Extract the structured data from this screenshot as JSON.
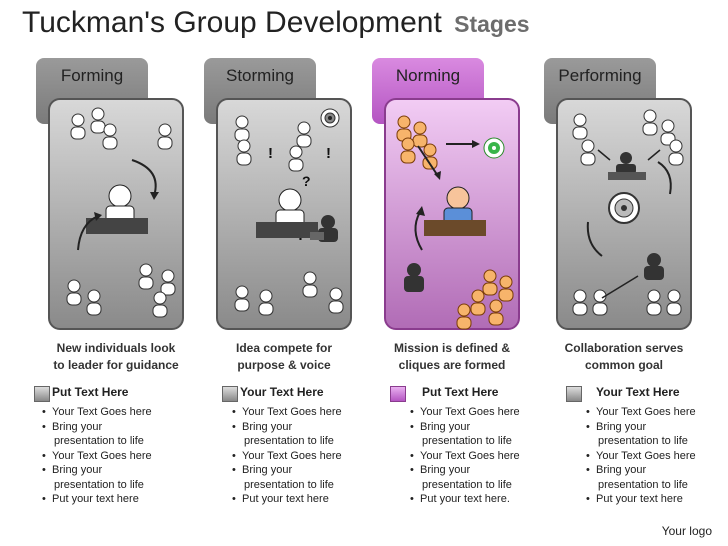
{
  "title": {
    "main": "Tuckman's Group Development",
    "suffix": "Stages"
  },
  "stages": [
    {
      "name": "Forming",
      "caption": [
        "New individuals look",
        "to leader for guidance"
      ],
      "placeholder": "Put Text Here",
      "bullets": [
        "Your Text Goes here",
        "Bring your",
        "presentation to life",
        "Your Text Goes here",
        "Bring your",
        "presentation to life",
        "Put your text here"
      ]
    },
    {
      "name": "Storming",
      "caption": [
        "Idea compete for",
        "purpose & voice"
      ],
      "placeholder": "Your Text Here",
      "bullets": [
        "Your Text Goes here",
        "Bring your",
        "presentation to life",
        "Your Text Goes here",
        "Bring your",
        "presentation to life",
        "Put your text here"
      ]
    },
    {
      "name": "Norming",
      "caption": [
        "Mission is defined &",
        "cliques are formed"
      ],
      "placeholder": "Put Text Here",
      "bullets": [
        "Your Text Goes here",
        "Bring your",
        "presentation to life",
        "Your Text Goes here",
        "Bring your",
        "presentation to life",
        "Put your text here."
      ]
    },
    {
      "name": "Performing",
      "caption": [
        "Collaboration serves",
        "common goal"
      ],
      "placeholder": "Your Text Here",
      "bullets": [
        "Your Text Goes here",
        "Bring your",
        "presentation to life",
        "Your Text Goes here",
        "Bring your",
        "presentation to life",
        "Put your text here"
      ]
    }
  ],
  "marks": {
    "exclaim": "!",
    "question": "?"
  },
  "logo": "Your logo"
}
